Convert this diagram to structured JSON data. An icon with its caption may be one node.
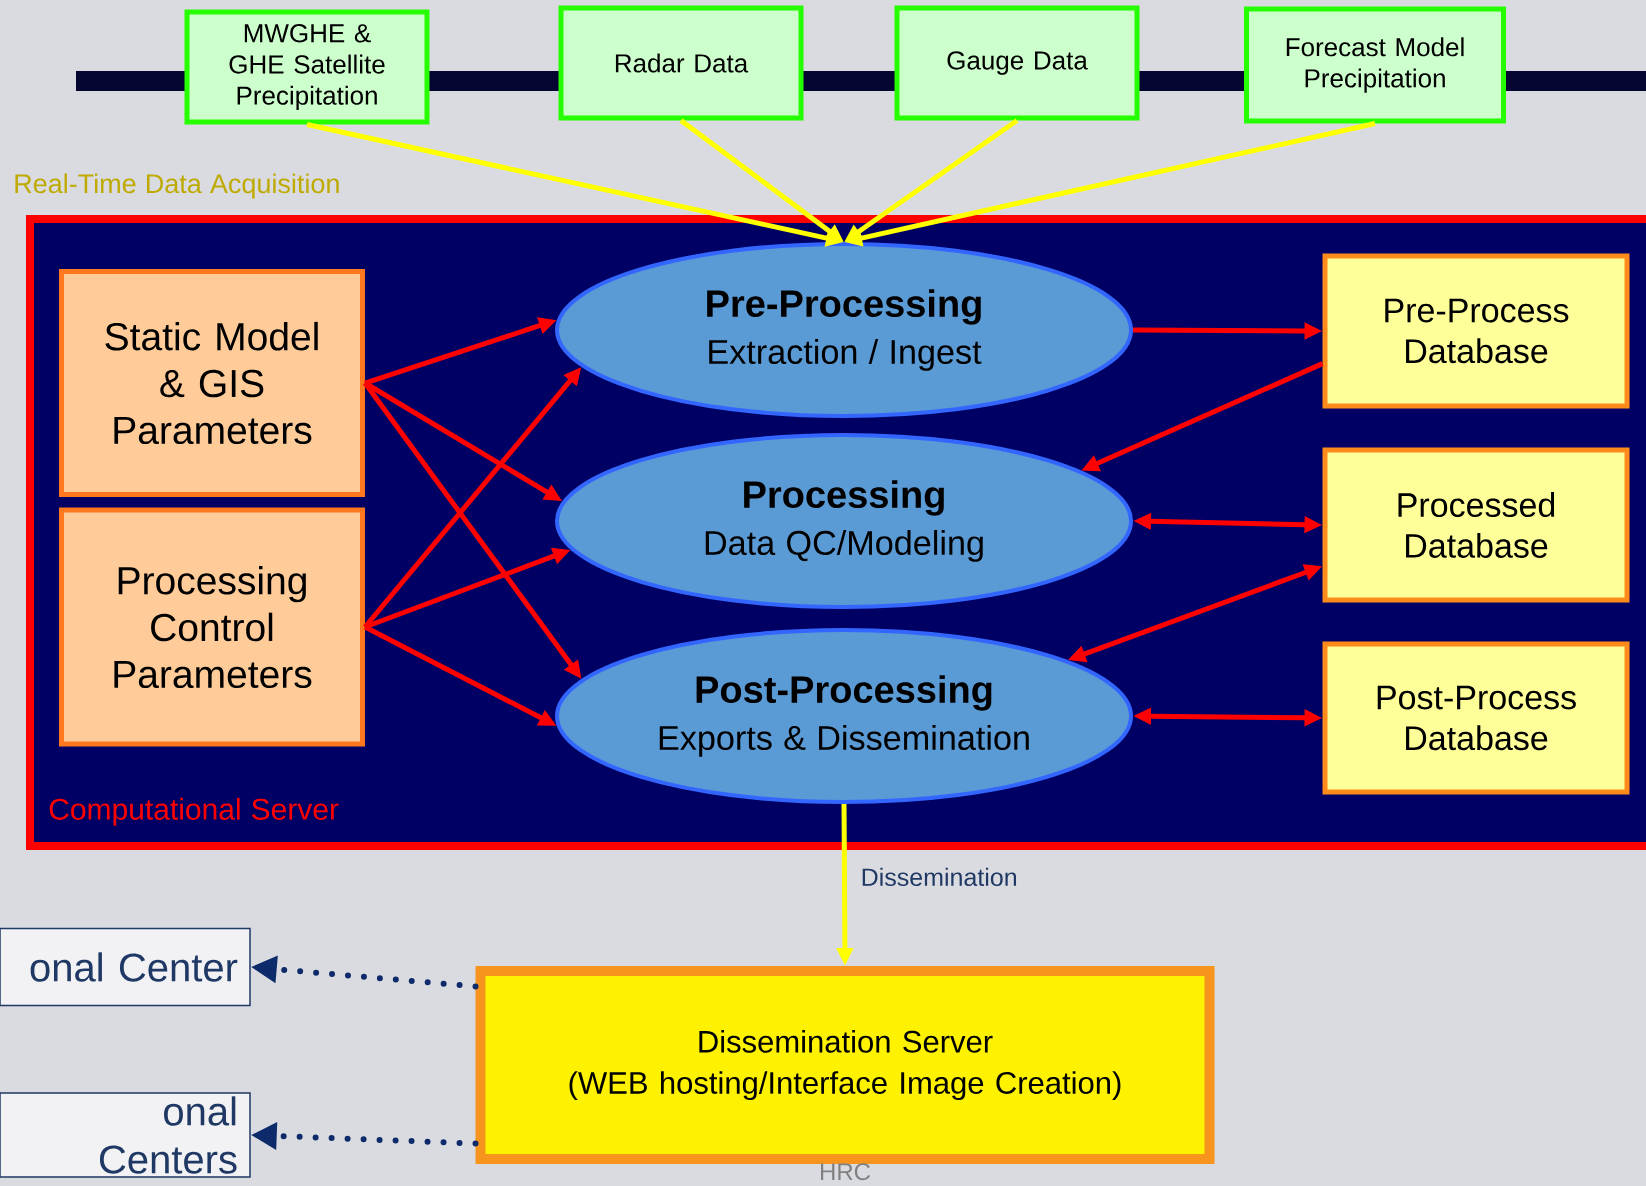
{
  "diagram": {
    "nodes": [
      {
        "text": [
          "Computational Server"
        ]
      },
      {
        "text": [
          "MWGHE & GHE Satellite Precipitation"
        ]
      },
      {
        "text": [
          "Radar Data"
        ]
      },
      {
        "text": [
          "Gauge Data"
        ]
      },
      {
        "text": [
          "Forecast Model Precipitation"
        ]
      },
      {
        "text": [
          "Static Model & GIS Parameters"
        ],
        "in": 0
      },
      {
        "text": [
          "Processing Control Parameters"
        ],
        "in": 0
      },
      {
        "text": [
          "Pre-Processing",
          "Extraction / Ingest"
        ],
        "in": 0
      },
      {
        "text": [
          "Processing",
          "Data QC/Modeling"
        ],
        "in": 0
      },
      {
        "text": [
          "Post-Processing",
          "Exports & Dissemination"
        ],
        "in": 0
      },
      {
        "text": [
          "Pre-Process Database"
        ],
        "in": 0
      },
      {
        "text": [
          "Processed Database"
        ],
        "in": 0
      },
      {
        "text": [
          "Post-Process Database"
        ],
        "in": 0
      },
      {
        "text": [
          "Dissemination Server",
          "(WEB hosting/Interface Image Creation)"
        ],
        "beside": [
          "HRC"
        ]
      },
      {
        "text": [
          "onal Center"
        ]
      },
      {
        "text": [
          "onal Centers"
        ]
      }
    ],
    "edges": [
      {
        "from": 1,
        "to": 7,
        "arrow": "to",
        "color": "#ffff00"
      },
      {
        "from": 2,
        "to": 7,
        "arrow": "to",
        "color": "#ffff00"
      },
      {
        "from": 3,
        "to": 7,
        "arrow": "to",
        "color": "#ffff00"
      },
      {
        "from": 4,
        "to": 7,
        "arrow": "to",
        "color": "#ffff00"
      },
      {
        "from": 5,
        "to": 7,
        "arrow": "to"
      },
      {
        "from": 5,
        "to": 8,
        "arrow": "to"
      },
      {
        "from": 5,
        "to": 9,
        "arrow": "to"
      },
      {
        "from": 6,
        "to": 7,
        "arrow": "to"
      },
      {
        "from": 6,
        "to": 8,
        "arrow": "to"
      },
      {
        "from": 6,
        "to": 9,
        "arrow": "to"
      },
      {
        "from": 7,
        "to": 10,
        "arrow": "to"
      },
      {
        "from": 10,
        "to": 8,
        "arrow": "to"
      },
      {
        "from": 8,
        "to": 11,
        "arrow": "both"
      },
      {
        "from": 11,
        "to": 9,
        "arrow": "both"
      },
      {
        "from": 9,
        "to": 12,
        "arrow": "both"
      },
      {
        "from": 9,
        "to": 13,
        "arrow": "to",
        "label": "Dissemination",
        "color": "#ffff00"
      },
      {
        "from": 13,
        "to": 14,
        "arrow": "to",
        "style": "dashed",
        "color": "#0d2a6b"
      },
      {
        "from": 13,
        "to": 15,
        "arrow": "to",
        "style": "dashed",
        "color": "#0d2a6b"
      }
    ],
    "labels": [
      "Real-Time Data Acquisition"
    ]
  }
}
